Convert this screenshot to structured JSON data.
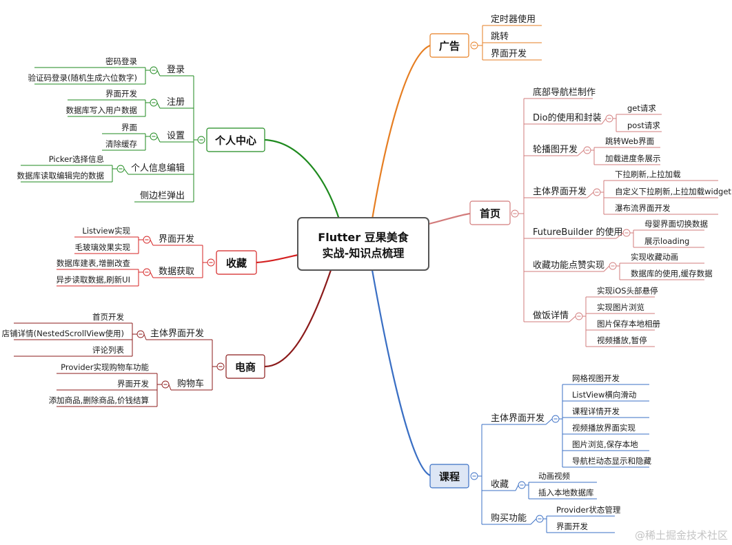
{
  "center": {
    "line1": "Flutter 豆果美食",
    "line2": "实战-知识点梳理"
  },
  "branches": {
    "ad": {
      "label": "广告",
      "color": "#e67e22",
      "children": [
        {
          "label": "定时器使用"
        },
        {
          "label": "跳转"
        },
        {
          "label": "界面开发"
        }
      ]
    },
    "home": {
      "label": "首页",
      "color": "#d27b7b",
      "children": [
        {
          "label": "底部导航栏制作"
        },
        {
          "label": "Dio的使用和封装",
          "children": [
            "get请求",
            "post请求"
          ]
        },
        {
          "label": "轮播图开发",
          "children": [
            "跳转Web界面",
            "加载进度条展示"
          ]
        },
        {
          "label": "主体界面开发",
          "children": [
            "下拉刷新,上拉加载",
            "自定义下拉刷新,上拉加载widget",
            "瀑布流界面开发"
          ]
        },
        {
          "label": "FutureBuilder 的使用",
          "children": [
            "母婴界面切换数据",
            "展示loading"
          ]
        },
        {
          "label": "收藏功能点赞实现",
          "children": [
            "实现收藏动画",
            "数据库的使用,缓存数据"
          ]
        },
        {
          "label": "做饭详情",
          "children": [
            "实现iOS头部悬停",
            "实现图片浏览",
            "图片保存本地相册",
            "视频播放,暂停"
          ]
        }
      ]
    },
    "course": {
      "label": "课程",
      "color": "#3a6fc4",
      "children": [
        {
          "label": "主体界面开发",
          "children": [
            "网格视图开发",
            "ListView横向滑动",
            "课程详情开发",
            "视频播放界面实现",
            "图片浏览,保存本地",
            "导航栏动态显示和隐藏"
          ]
        },
        {
          "label": "收藏",
          "children": [
            "动画视频",
            "插入本地数据库"
          ]
        },
        {
          "label": "购买功能",
          "children": [
            "Provider状态管理",
            "界面开发"
          ]
        }
      ]
    },
    "personal": {
      "label": "个人中心",
      "color": "#1e8a1e",
      "children": [
        {
          "label": "登录",
          "children": [
            "密码登录",
            "验证码登录(随机生成六位数字)"
          ]
        },
        {
          "label": "注册",
          "children": [
            "界面开发",
            "数据库写入用户数据"
          ]
        },
        {
          "label": "设置",
          "children": [
            "界面",
            "清除缓存"
          ]
        },
        {
          "label": "个人信息编辑",
          "children": [
            "Picker选择信息",
            "数据库读取编辑完的数据"
          ]
        },
        {
          "label": "侧边栏弹出"
        }
      ]
    },
    "favorites": {
      "label": "收藏",
      "color": "#d42020",
      "children": [
        {
          "label": "界面开发",
          "children": [
            "Listview实现",
            "毛玻璃效果实现"
          ]
        },
        {
          "label": "数据获取",
          "children": [
            "数据库建表,增删改查",
            "异步读取数据,刷新UI"
          ]
        }
      ]
    },
    "ecommerce": {
      "label": "电商",
      "color": "#8b1a1a",
      "children": [
        {
          "label": "主体界面开发",
          "children": [
            "首页开发",
            "店铺详情(NestedScrollView使用)",
            "评论列表"
          ]
        },
        {
          "label": "购物车",
          "children": [
            "Provider实现购物车功能",
            "界面开发",
            "添加商品,删除商品,价钱结算"
          ]
        }
      ]
    }
  },
  "collapse_symbol": "−",
  "watermark": "@稀土掘金技术社区"
}
